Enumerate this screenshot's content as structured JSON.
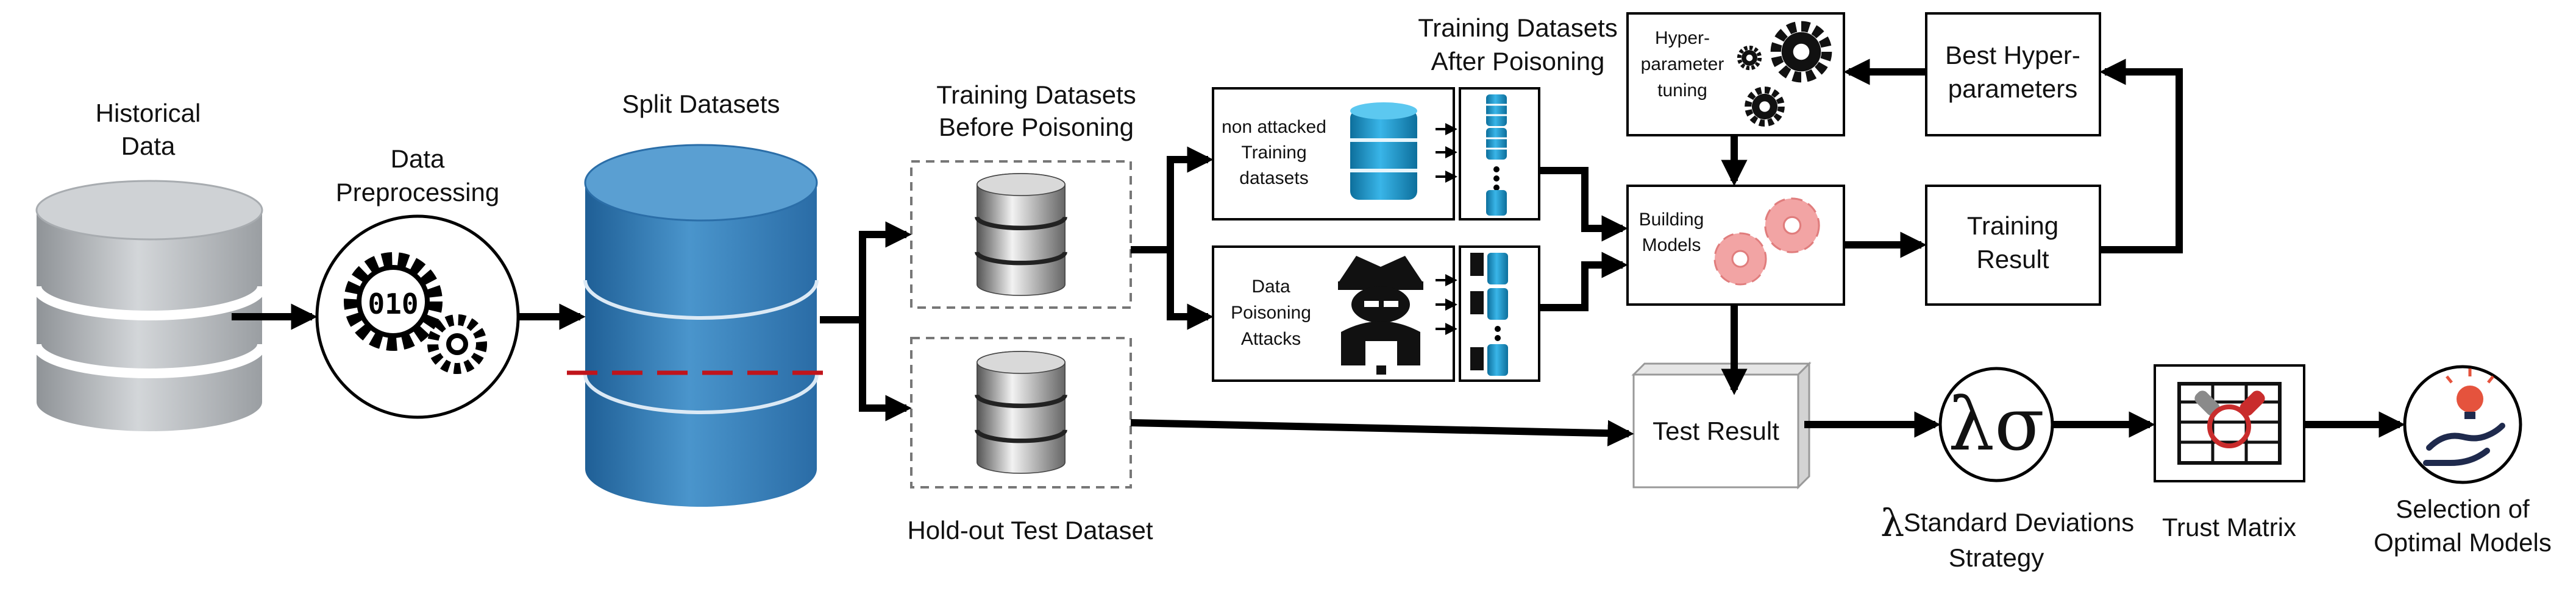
{
  "labels": {
    "historical_data": [
      "Historical",
      "Data"
    ],
    "data_preprocessing": [
      "Data",
      "Preprocessing"
    ],
    "split_datasets": "Split Datasets",
    "training_before": [
      "Training Datasets",
      "Before Poisoning"
    ],
    "holdout": "Hold-out Test Dataset",
    "non_attacked": [
      "non attacked",
      "Training",
      "datasets"
    ],
    "data_poisoning": [
      "Data",
      "Poisoning",
      "Attacks"
    ],
    "training_after": [
      "Training Datasets",
      "After Poisoning"
    ],
    "hyper_tuning": [
      "Hyper-",
      "parameter",
      "tuning"
    ],
    "best_hyper": [
      "Best Hyper-",
      "parameters"
    ],
    "building_models": [
      "Building",
      "Models"
    ],
    "training_result": [
      "Training",
      "Result"
    ],
    "test_result": "Test Result",
    "lambda_sigma": "λσ",
    "lambda_symbol": "λ",
    "lambda_strategy": [
      "Standard Deviations",
      "Strategy"
    ],
    "trust_matrix": "Trust Matrix",
    "selection": [
      "Selection of",
      "Optimal Models"
    ]
  },
  "icons": {
    "historical_db": "database-stack-icon",
    "preprocessing": "gears-icon",
    "split": "blue-database-icon",
    "server": "server-stack-icon",
    "hacker": "hacker-icon",
    "gear": "gear-icon",
    "trust": "trust-matrix-icon",
    "selection": "hand-lightbulb-icon"
  },
  "colors": {
    "split_blue": "#3a7fb8",
    "split_line": "#c0141b",
    "gear_pink": "#f2a4a4",
    "historical_gray": "#b9bdc1",
    "bulb_red": "#e5533d",
    "hand_navy": "#1f2a4d"
  }
}
